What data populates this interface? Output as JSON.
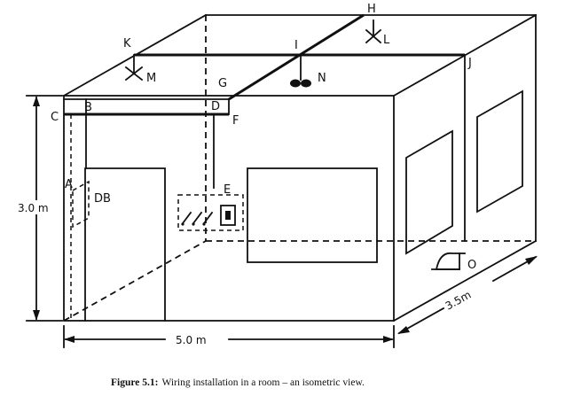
{
  "figure": {
    "caption_label": "Figure 5.1:",
    "caption_text": "Wiring installation in a room – an isometric view.",
    "labels": {
      "H": "H",
      "K": "K",
      "L": "L",
      "I": "I",
      "M": "M",
      "N": "N",
      "J": "J",
      "G": "G",
      "B": "B",
      "C": "C",
      "D": "D",
      "F": "F",
      "A": "A",
      "DB": "DB",
      "E": "E",
      "O": "O"
    },
    "dimensions": {
      "height": "3.0 m",
      "width": "5.0 m",
      "depth": "3.5m"
    }
  }
}
